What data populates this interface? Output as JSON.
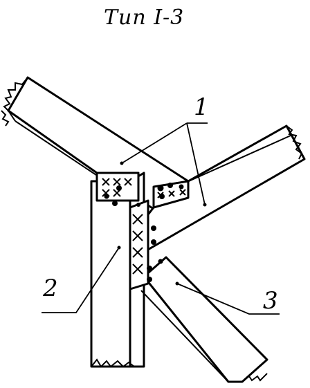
{
  "title": "Тип I-3",
  "labels": {
    "one": "1",
    "two": "2",
    "three": "3"
  },
  "colors": {
    "ink": "#000000",
    "paper": "#ffffff"
  }
}
